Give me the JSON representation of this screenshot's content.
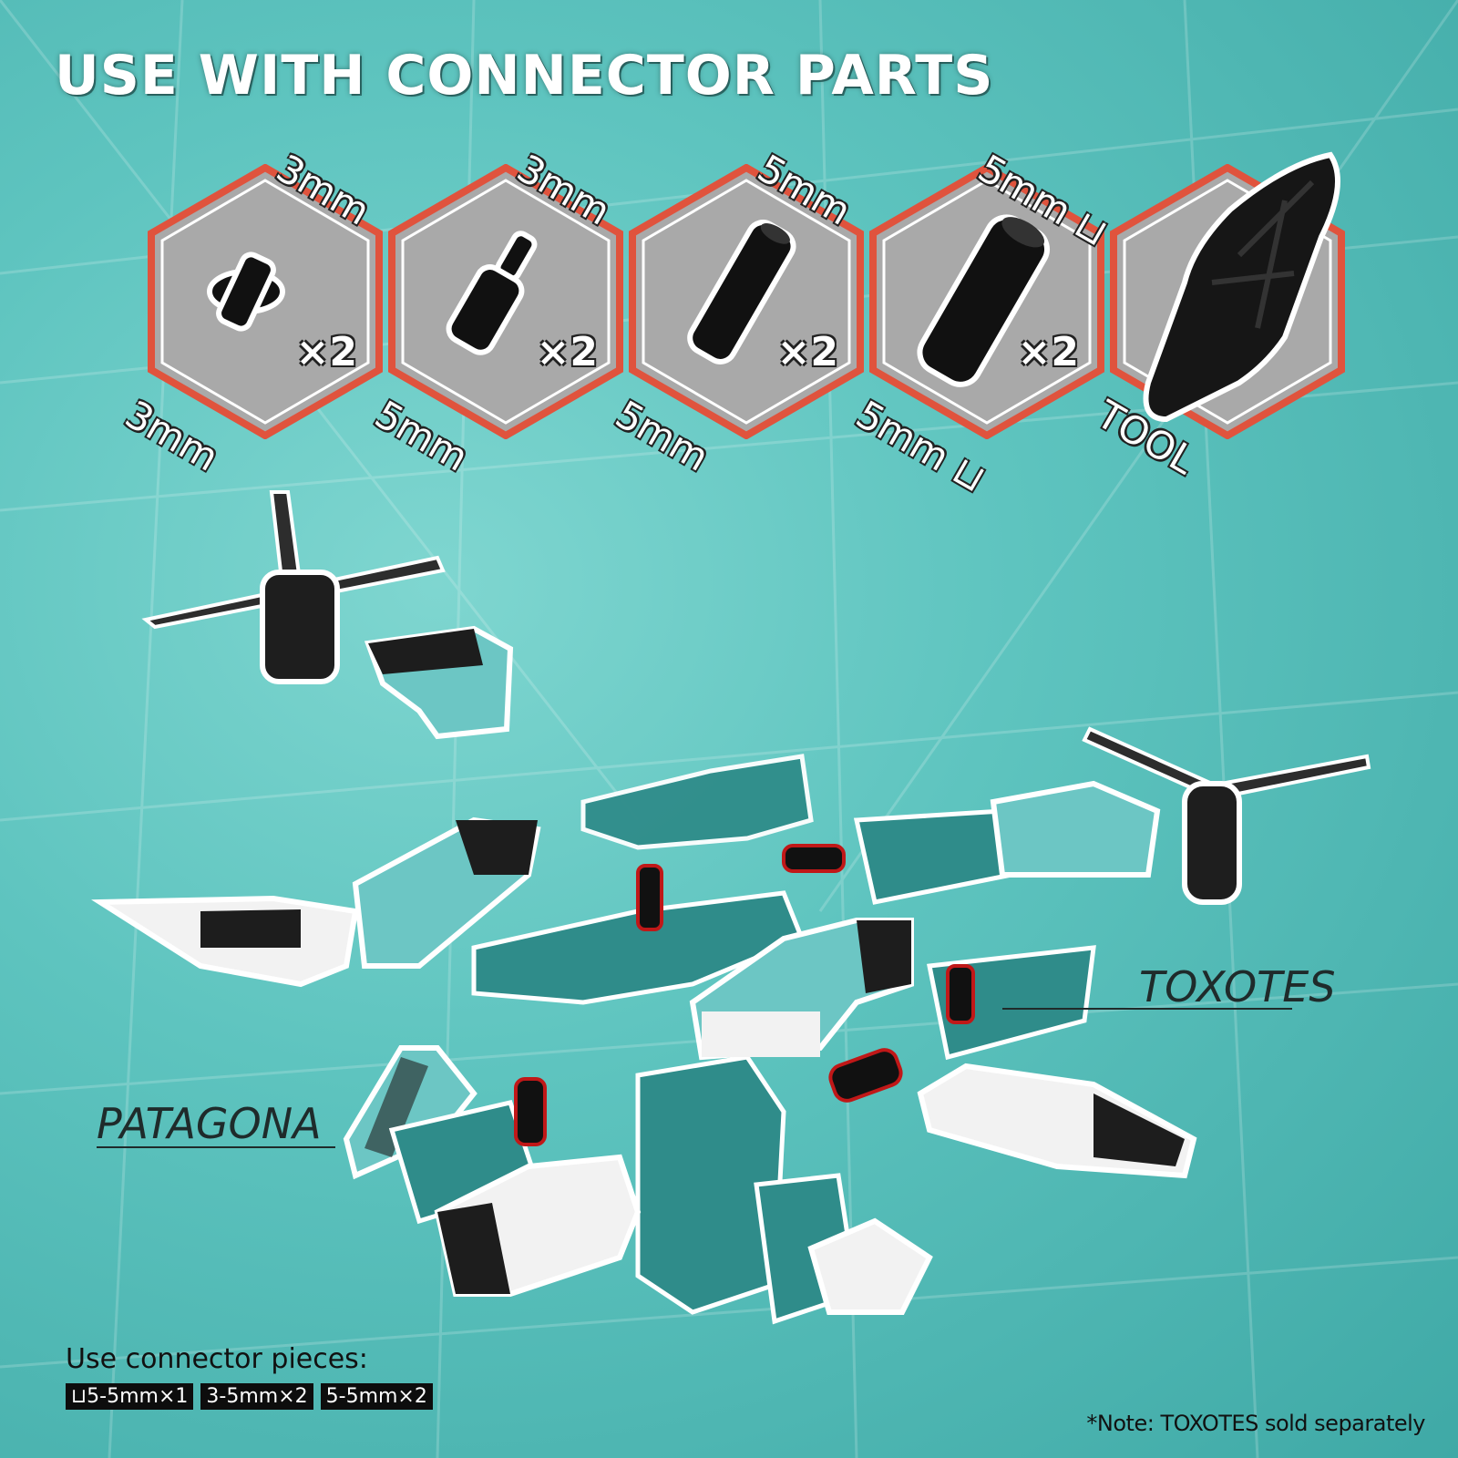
{
  "title": "USE WITH CONNECTOR PARTS",
  "hexes": [
    {
      "top_label": "3mm",
      "bottom_label": "3mm",
      "qty": "×2"
    },
    {
      "top_label": "3mm",
      "bottom_label": "5mm",
      "qty": "×2"
    },
    {
      "top_label": "5mm",
      "bottom_label": "5mm",
      "qty": "×2"
    },
    {
      "top_label": "5mm",
      "bottom_label": "5mm",
      "qty": "×2"
    },
    {
      "top_label": "",
      "bottom_label": "TOOL",
      "qty": ""
    }
  ],
  "callouts": {
    "toxotes": "TOXOTES",
    "patagona": "PATAGONA"
  },
  "connector_use": {
    "heading": "Use connector pieces:",
    "chips": [
      "5-5mm×1",
      "3-5mm×2",
      "5-5mm×2"
    ]
  },
  "note": "*Note: TOXOTES sold separately",
  "colors": {
    "hex_border": "#e0533d",
    "hex_fill": "#a9a9a9",
    "teal_part": "#2f8c8a",
    "connector_outline": "#c01818"
  }
}
